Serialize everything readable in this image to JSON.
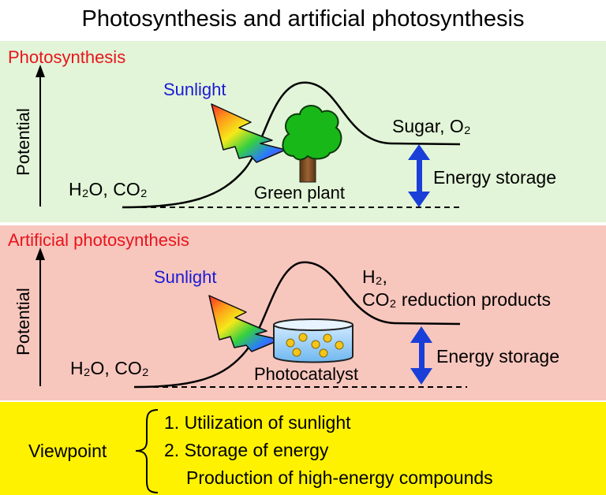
{
  "title": "Photosynthesis and artificial photosynthesis",
  "photosynthesis": {
    "heading": "Photosynthesis",
    "axis_label": "Potential",
    "sunlight": "Sunlight",
    "reactants": "H₂O, CO₂",
    "catalyst_label": "Green plant",
    "products": "Sugar, O₂",
    "energy_label": "Energy storage"
  },
  "artificial": {
    "heading": "Artificial photosynthesis",
    "axis_label": "Potential",
    "sunlight": "Sunlight",
    "reactants": "H₂O, CO₂",
    "catalyst_label": "Photocatalyst",
    "products_line1": "H₂,",
    "products_line2": "CO₂ reduction products",
    "energy_label": "Energy storage"
  },
  "viewpoint": {
    "label": "Viewpoint",
    "items": [
      "1. Utilization of sunlight",
      "2. Storage of energy",
      "Production of high-energy compounds"
    ]
  },
  "colors": {
    "panel_photosynthesis": "#e2f5d8",
    "panel_artificial": "#f7c6bd",
    "panel_viewpoint": "#fff200",
    "heading": "#e8141c",
    "sunlight_text": "#1b1bd6",
    "energy_arrow": "#1a3fd8"
  },
  "icons": [
    "lightning-bolt-icon",
    "tree-icon",
    "photocatalyst-beaker-icon",
    "up-arrow-icon",
    "double-arrow-icon",
    "curly-brace-icon"
  ]
}
